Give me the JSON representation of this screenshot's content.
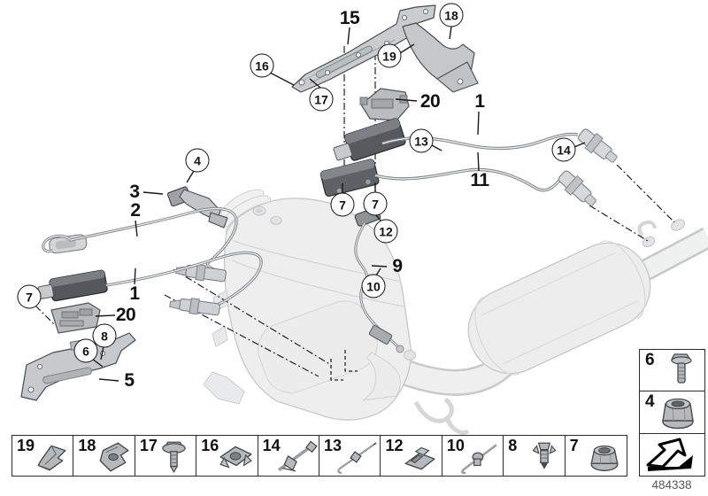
{
  "diagram": {
    "part_number_label": "484338"
  },
  "callouts": {
    "balloons": [
      {
        "id": "16"
      },
      {
        "id": "17"
      },
      {
        "id": "19"
      },
      {
        "id": "18"
      },
      {
        "id": "13"
      },
      {
        "id": "14"
      },
      {
        "id": "4"
      },
      {
        "id": "7"
      },
      {
        "id": "7"
      },
      {
        "id": "12"
      },
      {
        "id": "10"
      },
      {
        "id": "7"
      },
      {
        "id": "8"
      },
      {
        "id": "6"
      }
    ],
    "labels": [
      {
        "id": "15"
      },
      {
        "id": "20"
      },
      {
        "id": "1"
      },
      {
        "id": "11"
      },
      {
        "id": "3"
      },
      {
        "id": "2"
      },
      {
        "id": "1"
      },
      {
        "id": "20"
      },
      {
        "id": "5"
      },
      {
        "id": "9"
      }
    ]
  },
  "legend": {
    "cells": [
      {
        "number": "19",
        "part": "spring-clip"
      },
      {
        "number": "18",
        "part": "cage-clip"
      },
      {
        "number": "17",
        "part": "screw"
      },
      {
        "number": "16",
        "part": "cage-nut"
      },
      {
        "number": "14",
        "part": "cable-tie-with-bracket"
      },
      {
        "number": "13",
        "part": "cable-tie"
      },
      {
        "number": "12",
        "part": "saddle-clamp"
      },
      {
        "number": "10",
        "part": "cable-tie-with-clip"
      },
      {
        "number": "8",
        "part": "expansion-rivet"
      },
      {
        "number": "7",
        "part": "flange-nut"
      }
    ],
    "side_cells": [
      {
        "number": "6",
        "part": "flange-bolt"
      },
      {
        "number": "4",
        "part": "flange-nut-large"
      }
    ]
  },
  "colors": {
    "ghost_fill": "#ededee",
    "ghost_stroke": "#c9cacb",
    "bracket_fill": "#c9cdd0",
    "module_fill": "#565a5e",
    "wire": "#85898c",
    "callout_border": "#111111",
    "arrow": "#000000"
  }
}
